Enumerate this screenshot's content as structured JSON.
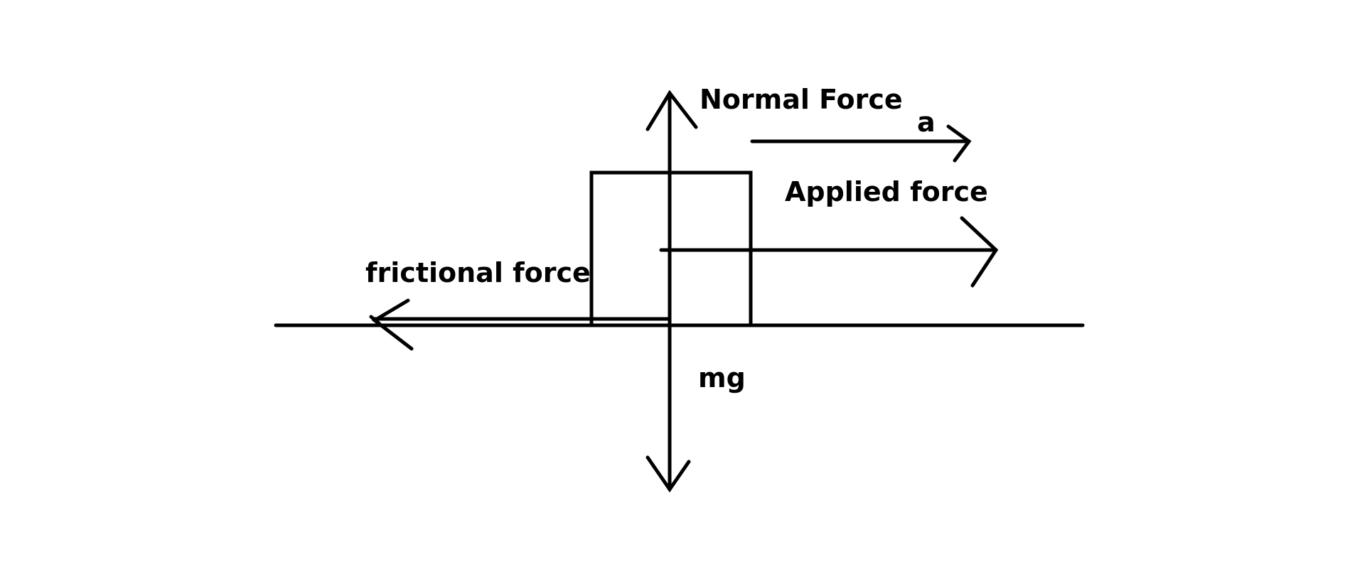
{
  "diagram": {
    "title": "Free body diagram of a block on a horizontal surface",
    "labels": {
      "normal_force": "Normal Force",
      "acceleration": "a",
      "applied_force": "Applied force",
      "frictional_force": "frictional force",
      "weight": "mg"
    },
    "forces": [
      {
        "name": "Normal Force",
        "direction": "up"
      },
      {
        "name": "mg",
        "direction": "down"
      },
      {
        "name": "Applied force",
        "direction": "right"
      },
      {
        "name": "frictional force",
        "direction": "left"
      }
    ],
    "acceleration": {
      "name": "a",
      "direction": "right"
    },
    "colors": {
      "ink": "#000000",
      "background": "#ffffff"
    }
  }
}
